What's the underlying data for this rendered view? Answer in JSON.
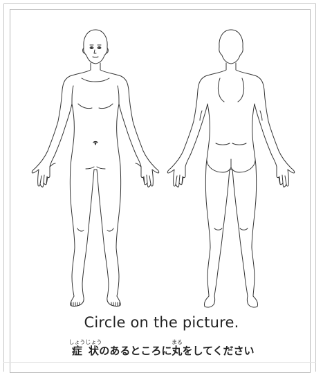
{
  "instruction": {
    "english": "Circle on the picture.",
    "japanese": {
      "word1": "症状",
      "word1_reading": "しょうじょう",
      "middle": "のあるところに",
      "word2": "丸",
      "word2_reading": "まる",
      "ending": "をしてください"
    }
  },
  "figures": {
    "front": "body-front-figure",
    "back": "body-back-figure"
  },
  "colors": {
    "outline": "#333333",
    "card_border": "#b8b8b8",
    "text": "#222222"
  }
}
